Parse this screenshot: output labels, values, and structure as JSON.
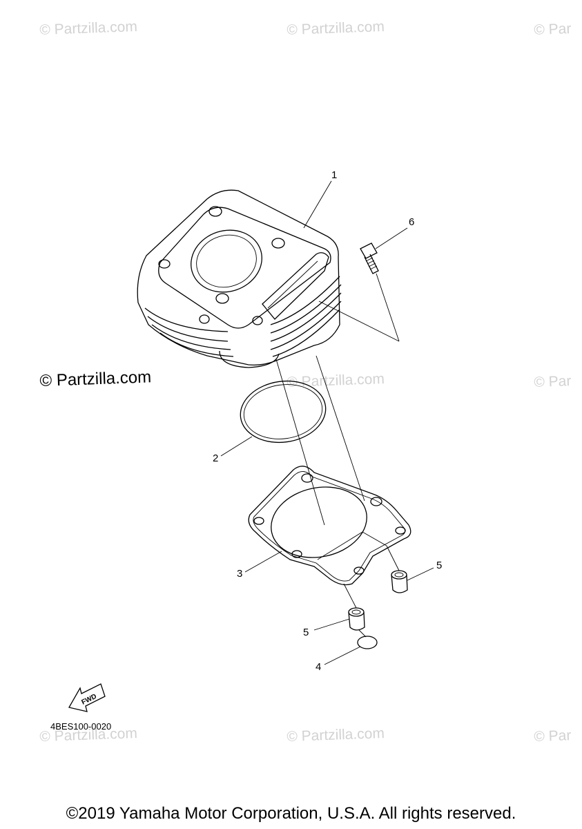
{
  "watermarks": {
    "text": "© Partzilla.com",
    "partial": "© Par",
    "main": "© Partzilla.com"
  },
  "callouts": {
    "c1": "1",
    "c2": "2",
    "c3": "3",
    "c4": "4",
    "c5a": "5",
    "c5b": "5",
    "c6": "6"
  },
  "fwd_label": "FWD",
  "diagram_code": "4BES100-0020",
  "copyright": "©2019 Yamaha Motor Corporation, U.S.A. All rights reserved."
}
